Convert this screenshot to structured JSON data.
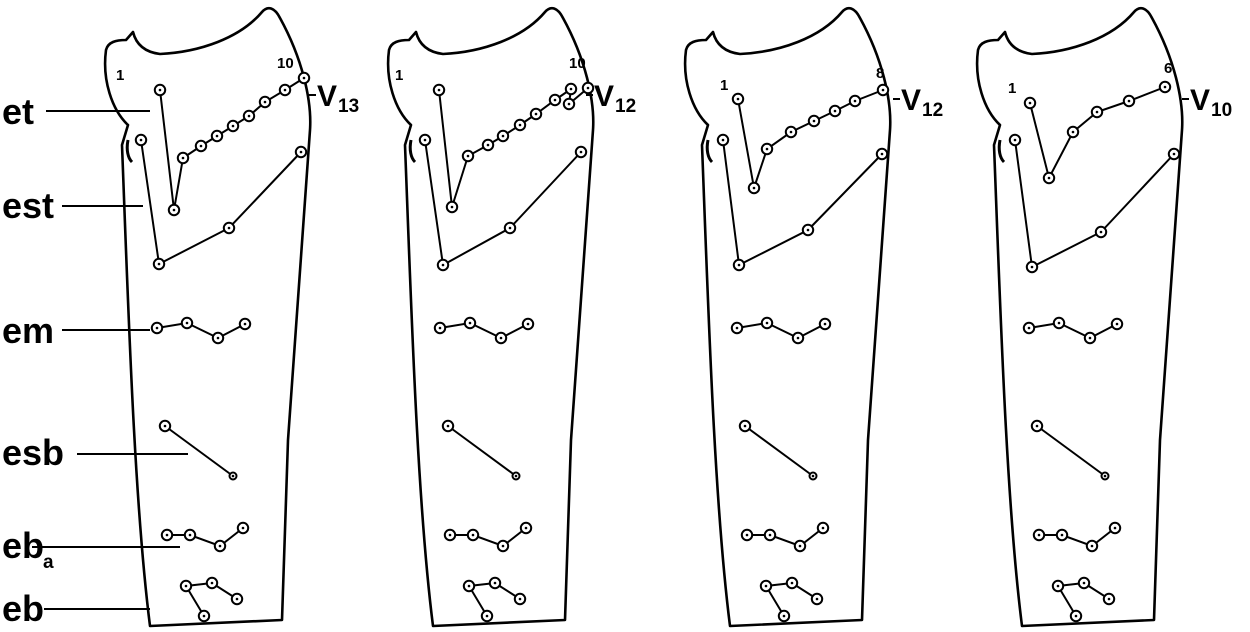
{
  "labels": {
    "et": "et",
    "est": "est",
    "em": "em",
    "esb": "esb",
    "eb_a": "eb",
    "eb_a_sub": "a",
    "eb": "eb"
  },
  "panels": [
    {
      "first_num": "1",
      "last_num": "10",
      "v_main": "V",
      "v_sub": "13"
    },
    {
      "first_num": "1",
      "last_num": "10",
      "v_main": "V",
      "v_sub": "12"
    },
    {
      "first_num": "1",
      "last_num": "8",
      "v_main": "V",
      "v_sub": "12"
    },
    {
      "first_num": "1",
      "last_num": "6",
      "v_main": "V",
      "v_sub": "10"
    }
  ],
  "colors": {
    "ink": "#000000",
    "background": "#ffffff"
  }
}
